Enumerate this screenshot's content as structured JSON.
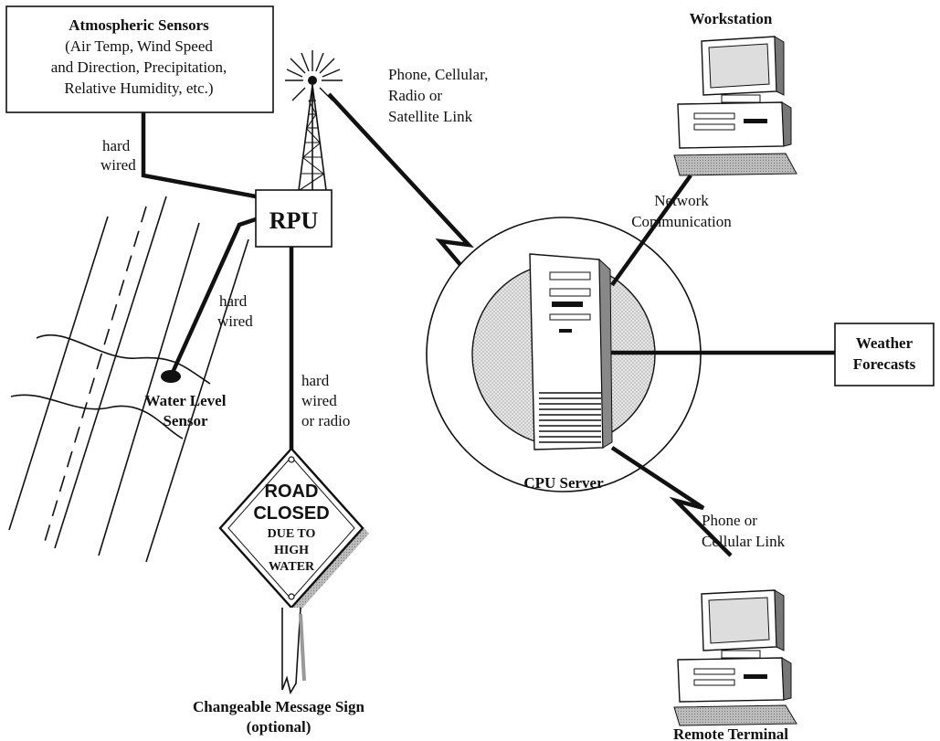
{
  "atmospheric": {
    "title": "Atmospheric Sensors",
    "line1": "(Air Temp, Wind Speed",
    "line2": "and Direction, Precipitation,",
    "line3": "Relative Humidity, etc.)"
  },
  "rpu": {
    "label": "RPU"
  },
  "links": {
    "hard_wired_1a": "hard",
    "hard_wired_1b": "wired",
    "hard_wired_2a": "hard",
    "hard_wired_2b": "wired",
    "sign_a": "hard",
    "sign_b": "wired",
    "sign_c": "or radio",
    "radio_1": "Phone, Cellular,",
    "radio_2": "Radio or",
    "radio_3": "Satellite Link",
    "network_1": "Network",
    "network_2": "Communication",
    "phone_1": "Phone or",
    "phone_2": "Cellular Link"
  },
  "water_sensor": {
    "line1": "Water Level",
    "line2": "Sensor"
  },
  "sign": {
    "l1": "ROAD",
    "l2": "CLOSED",
    "l3": "DUE TO",
    "l4": "HIGH",
    "l5": "WATER",
    "caption1": "Changeable Message Sign",
    "caption2": "(optional)"
  },
  "server": {
    "label": "CPU Server"
  },
  "workstation": {
    "label": "Workstation"
  },
  "weather": {
    "line1": "Weather",
    "line2": "Forecasts"
  },
  "remote": {
    "label": "Remote Terminal"
  }
}
